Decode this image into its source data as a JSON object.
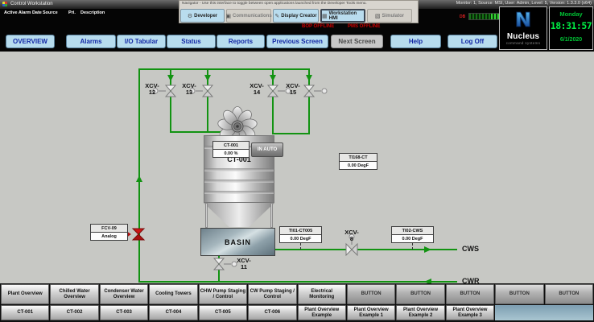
{
  "window": {
    "title": "Control Workstation"
  },
  "alarm_header": {
    "cols": [
      "Active Alarm Date",
      "Source",
      "Pri.",
      "Description"
    ]
  },
  "navigator": {
    "hint": "Navigator - Use this interface to toggle between open applications launched from the Developer Tools menu.",
    "tabs": [
      {
        "label": "Developer"
      },
      {
        "label": "Communications"
      },
      {
        "label": "Display Creator"
      },
      {
        "label": "Workstation HMI"
      },
      {
        "label": "Simulator"
      }
    ]
  },
  "status": {
    "session_info": "Monitor: 1, Source: MSI, User: Admin, Level: 5, Version: 1.3.3.0 (x64)",
    "offline_alerts": [
      "BOP OFFLINE",
      "PMS OFFLINE"
    ],
    "db_label": "DB"
  },
  "brand": {
    "name": "Nucleus",
    "tagline": "command systems"
  },
  "clock": {
    "day": "Monday",
    "time": "18:31:57",
    "date": "6/1/2020"
  },
  "menu": [
    "OVERVIEW",
    "Alarms",
    "I/O Tabular",
    "Status",
    "Reports",
    "Previous Screen",
    "Next Screen",
    "Help",
    "Log Off"
  ],
  "diagram": {
    "tower": {
      "tag": "CT-001",
      "output": "0.00 %",
      "mode": "IN AUTO",
      "label": "CT-001",
      "basin": "BASIN"
    },
    "valves": {
      "xcv12": {
        "l1": "XCV-",
        "l2": "12"
      },
      "xcv13": {
        "l1": "XCV-",
        "l2": "13"
      },
      "xcv14": {
        "l1": "XCV-",
        "l2": "14"
      },
      "xcv15": {
        "l1": "XCV-",
        "l2": "15"
      },
      "xcv11": {
        "l1": "XCV-",
        "l2": "11"
      },
      "xcv8": {
        "l1": "XCV-",
        "l2": "8"
      },
      "fcv09": {
        "name": "FCV-09",
        "mode": "Analog"
      }
    },
    "indicators": {
      "ti168": {
        "tag": "TI168-CT",
        "value": "0.00 DegF"
      },
      "ti01": {
        "tag": "TI01-CT005",
        "value": "0.00 DegF"
      },
      "ti02": {
        "tag": "TI02-CWS",
        "value": "0.00 DegF"
      }
    },
    "flows": {
      "supply": "CWS",
      "return": "CWR"
    },
    "colors": {
      "pipe": "#129312",
      "alarm_valve": "#c11111"
    }
  },
  "bottom_nav": {
    "row1": [
      "Plant Overview",
      "Chilled Water Overview",
      "Condenser Water Overview",
      "Cooling Towers",
      "CHW Pump Staging / Control",
      "CW Pump Staging / Control",
      "Electrical Monitoring",
      "BUTTON",
      "BUTTON",
      "BUTTON",
      "BUTTON",
      "BUTTON"
    ],
    "row2": [
      "CT-001",
      "CT-002",
      "CT-003",
      "CT-004",
      "CT-005",
      "CT-006",
      "Plant Overview Example",
      "Plant Overview Example 1",
      "Plant Overview Example 2",
      "Plant Overview Example 3"
    ]
  }
}
